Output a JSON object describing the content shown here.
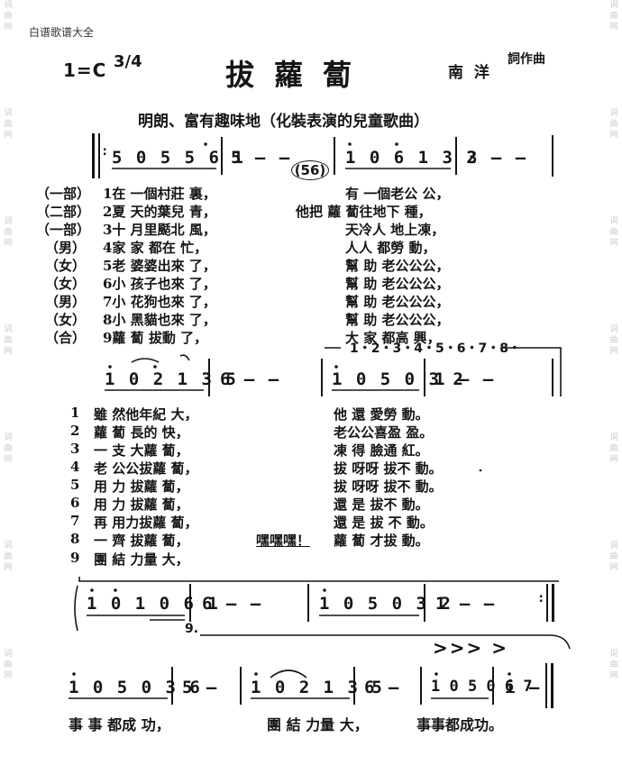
{
  "watermark": {
    "text": "词曲网"
  },
  "site": {
    "header": "白谱歌谱大全"
  },
  "song": {
    "key": "1=C",
    "time_signature": "3/4",
    "title": "拔蘿蔔",
    "author": "南 洋",
    "credit": "詞作曲",
    "tempo_marking": "明朗、富有趣味地（化裝表演的兒童歌曲）"
  },
  "row1": {
    "m1": "5 0 5 5 6 1",
    "m2": "5 — —",
    "m2_repeat": "(56)",
    "m3": "1 0 6 1 3 2",
    "m4": "3 — —"
  },
  "verses1": {
    "labels": [
      "（一部）",
      "（二部）",
      "（一部）",
      "（男）",
      "（女）",
      "（女）",
      "（男）",
      "（女）",
      "（合）"
    ],
    "left": [
      "1在 一個村莊 裏，",
      "2夏 天的葉兒 青，",
      "3十 月里颳北 風，",
      "4家 家 都在 忙，",
      "5老 婆婆出來 了，",
      "6小 孩子也來 了，",
      "7小 花狗也來 了，",
      "8小 黑貓也來 了，",
      "9蘿 蔔 拔動 了，"
    ],
    "right": [
      "有 一個老公 公，",
      "他把 蘿 蔔往地下 種，",
      "天冷人 地上凍，",
      "人人 都勞 動，",
      "幫 助 老公公公，",
      "幫 助 老公公公，",
      "幫 助 老公公公，",
      "幫 助 老公公公，",
      "大 家 都高 興，"
    ]
  },
  "bracket_count": "1・2・3・4・5・6・7・8・",
  "row2": {
    "m1": "1 0 2 1 3 5",
    "m2": "6 — —",
    "m3": "1 0 5 0 3 2",
    "m4": "1 — —"
  },
  "verses2": {
    "nums": [
      "1",
      "2",
      "3",
      "4",
      "5",
      "6",
      "7",
      "8",
      "9"
    ],
    "left": [
      "雖 然他年紀 大，",
      "蘿 蔔 長的 快，",
      "一 支 大蘿 蔔，",
      "老 公公拔蘿 蔔，",
      "用 力 拔蘿 蔔，",
      "用 力 拔蘿 蔔，",
      "再 用力拔蘿 蔔，",
      "一 齊 拔蘿 蔔，",
      "團 結 力量 大，"
    ],
    "shout": "嘿嘿嘿！",
    "right": [
      "他 還 愛勞 動。",
      "老公公喜盈 盈。",
      "凍 得 臉通 紅。",
      "拔 呀呀 拔不 動。",
      "拔 呀呀 拔不 動。",
      "還 是 拔不 動。",
      "還 是 拔 不 動。",
      "蘿 蔔 才拔 動。"
    ]
  },
  "row3": {
    "m1": "1 0 1 0 6 1",
    "m2": "6 — —",
    "m3": "1 0 5 0 3 2",
    "m4": "1 — —",
    "ending_label": "9."
  },
  "row4": {
    "m1": "1 0 5 0 3 6",
    "m2": "5 —",
    "m3": "1 0 2 1 3 5",
    "m4": "6 —",
    "m5": "1 0 5 0 6 7",
    "m6": "i —",
    "accents": ">>>  >"
  },
  "final_lyric": {
    "a": "事 事 都成 功，",
    "b": "團 結 力量 大，",
    "c": "事事都成功。"
  }
}
